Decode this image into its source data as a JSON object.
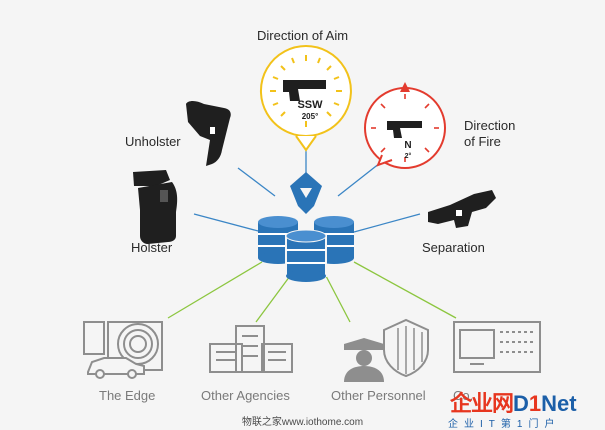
{
  "nodes": {
    "direction_of_aim": "Direction of Aim",
    "direction_of_fire": [
      "Direction",
      "of Fire"
    ],
    "unholster": "Unholster",
    "holster": "Holster",
    "separation": "Separation"
  },
  "badges": {
    "aim": {
      "heading": "SSW",
      "degrees": "205°"
    },
    "fire": {
      "heading": "N",
      "degrees": "2°"
    }
  },
  "endpoints": [
    "The Edge",
    "Other Agencies",
    "Other Personnel",
    "Co..."
  ],
  "credit": "物联之家www.iothome.com",
  "watermark": {
    "main_cn": "企业网",
    "main_d": "D",
    "main_one": "1",
    "main_net": "Net",
    "sub": "企业IT第1门户"
  },
  "colors": {
    "hub_blue": "#2a74b7",
    "aim_yellow": "#f2c21a",
    "fire_red": "#e33b2e",
    "link_blue": "#3b86c6",
    "link_green": "#8cc63f",
    "icon_gray": "#8e8e8e",
    "gun_dark": "#1f1f1f"
  }
}
